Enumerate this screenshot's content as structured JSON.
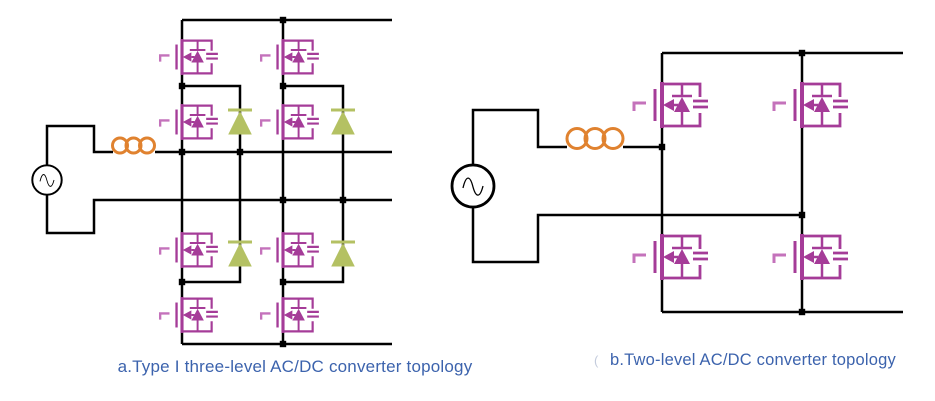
{
  "figure": {
    "colors": {
      "background": "#ffffff",
      "wire": "#000000",
      "mosfet": "#a53c98",
      "mosfet_light": "#c472bb",
      "diode_fill": "#b4c163",
      "inductor": "#e0822f",
      "caption": "#3c63ad",
      "faint_mark": "#c3cbdc"
    },
    "panels": [
      {
        "id": "a",
        "caption": "a.Type I three-level AC/DC converter topology",
        "circuit": {
          "ac_sources": 1,
          "input_inductors": 1,
          "mosfet_switches": 8,
          "clamp_diodes": 4,
          "dc_rail_terminals": 4
        },
        "icons": [
          "ac-source-icon",
          "inductor-icon",
          "mosfet-icon",
          "diode-icon",
          "junction-dot"
        ]
      },
      {
        "id": "b",
        "caption": "b.Two-level AC/DC converter topology",
        "prefix_mark": "(",
        "circuit": {
          "ac_sources": 1,
          "input_inductors": 1,
          "mosfet_switches": 4,
          "clamp_diodes": 0,
          "dc_rail_terminals": 2
        },
        "icons": [
          "ac-source-icon",
          "inductor-icon",
          "mosfet-icon",
          "junction-dot"
        ]
      }
    ]
  }
}
